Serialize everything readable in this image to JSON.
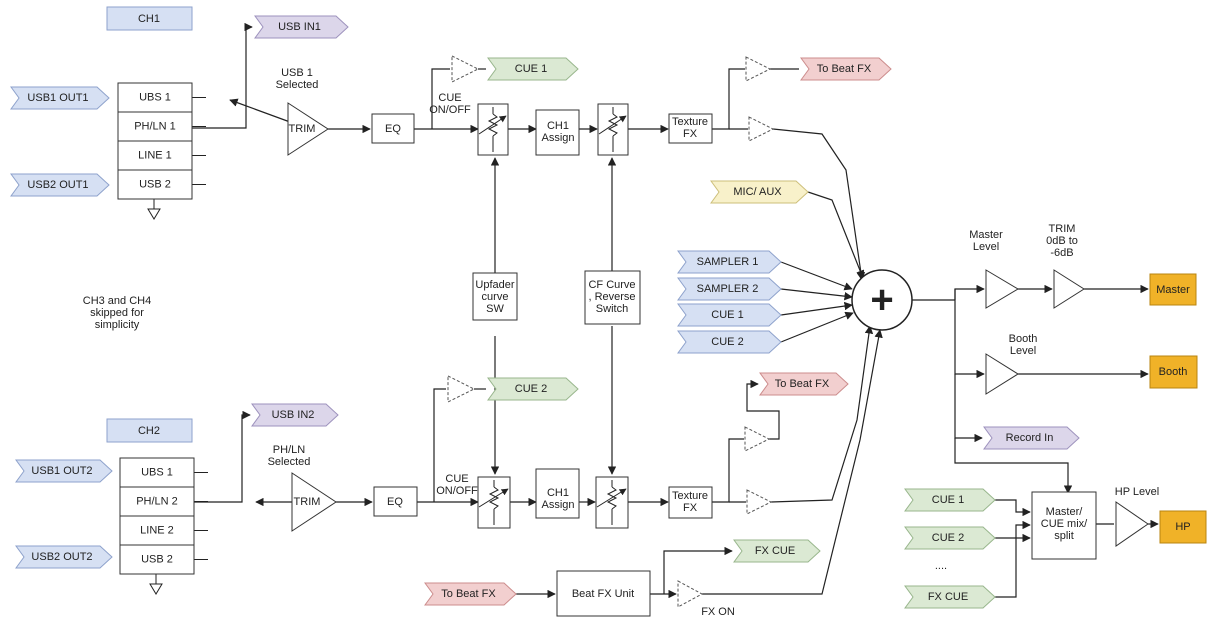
{
  "labels": {
    "ch1": "CH1",
    "ch2": "CH2",
    "usb_in1": "USB IN1",
    "usb_in2": "USB IN2",
    "usb1_out1": "USB1 OUT1",
    "usb2_out1": "USB2 OUT1",
    "usb1_out2": "USB1 OUT2",
    "usb2_out2": "USB2 OUT2",
    "ch1_sources": [
      "UBS 1",
      "PH/LN 1",
      "LINE 1",
      "USB 2"
    ],
    "ch2_sources": [
      "UBS 1",
      "PH/LN 2",
      "LINE 2",
      "USB 2"
    ],
    "usb1_selected": [
      "USB 1",
      "Selected"
    ],
    "phln_selected": [
      "PH/LN",
      "Selected"
    ],
    "trim": "TRIM",
    "eq": "EQ",
    "cue_onoff": [
      "CUE",
      "ON/OFF"
    ],
    "cue1": "CUE 1",
    "cue2": "CUE 2",
    "ch1_assign": [
      "CH1",
      "Assign"
    ],
    "texture_fx": [
      "Texture",
      "FX"
    ],
    "to_beat_fx": "To Beat FX",
    "upfader": [
      "Upfader",
      "curve",
      "SW"
    ],
    "cf_curve": [
      "CF Curve",
      ", Reverse",
      "Switch"
    ],
    "skipped_note": [
      "CH3 and CH4",
      "skipped for",
      "simplicity"
    ],
    "mic_aux": "MIC/ AUX",
    "sampler1": "SAMPLER 1",
    "sampler2": "SAMPLER 2",
    "sum_symbol": "+",
    "master_level": [
      "Master",
      "Level"
    ],
    "trim_range": [
      "TRIM",
      "0dB to",
      "-6dB"
    ],
    "master": "Master",
    "booth_level": [
      "Booth",
      "Level"
    ],
    "booth": "Booth",
    "record_in": "Record In",
    "beat_fx_unit": "Beat FX Unit",
    "fx_cue": "FX CUE",
    "fx_on": "FX ON",
    "hp_level": "HP Level",
    "hp": "HP",
    "cue_mix": [
      "Master/",
      "CUE mix/",
      "split"
    ],
    "ellipsis": "...."
  },
  "colors": {
    "blue": "#d6e0f3",
    "blue_edge": "#8ea2cc",
    "purple": "#dcd6ea",
    "purple_edge": "#9d92bd",
    "green": "#dbe9d3",
    "green_edge": "#98b68c",
    "red": "#f2cfcf",
    "red_edge": "#cc8c8c",
    "yellow": "#f8f1ca",
    "yellow_edge": "#cdbf7a",
    "orange": "#f0b228",
    "orange_edge": "#b98410"
  }
}
